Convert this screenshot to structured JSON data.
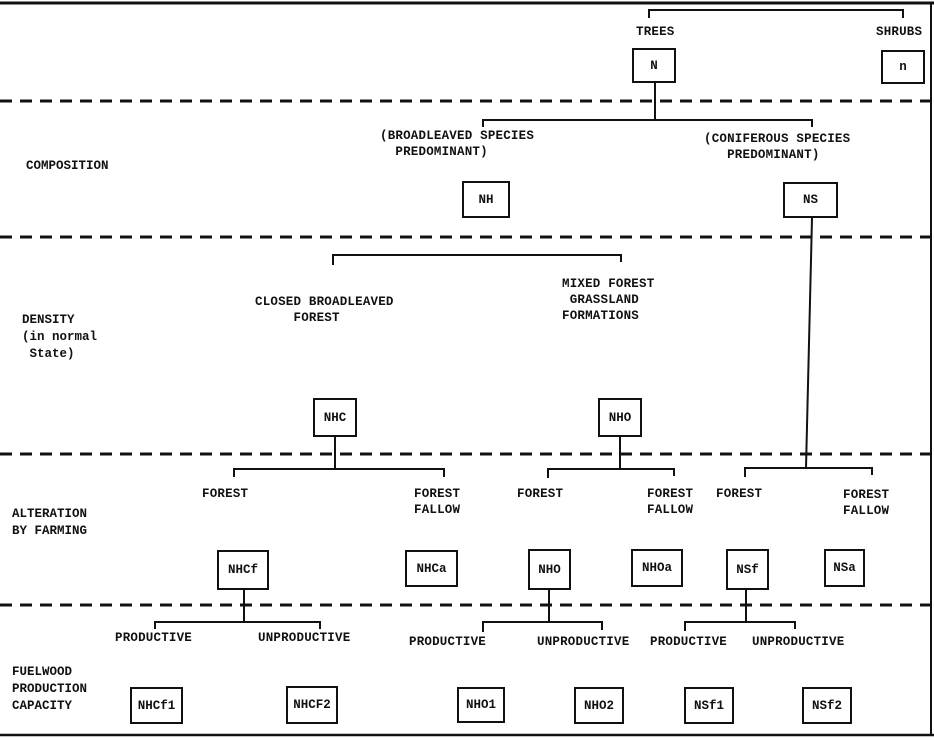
{
  "diagram": {
    "levels": [
      {
        "id": "composition",
        "label": "COMPOSITION"
      },
      {
        "id": "density",
        "label": "DENSITY\n(in normal\n State)"
      },
      {
        "id": "alteration",
        "label": "ALTERATION\nBY FARMING"
      },
      {
        "id": "fuelwood",
        "label": "FUELWOOD\nPRODUCTION\nCAPACITY"
      }
    ],
    "categories": {
      "trees": "TREES",
      "shrubs": "SHRUBS",
      "broadleaved": "(BROADLEAVED SPECIES\n  PREDOMINANT)",
      "coniferous": "(CONIFEROUS SPECIES\n   PREDOMINANT)",
      "closed_broadleaved": "CLOSED BROADLEAVED\n     FOREST",
      "mixed_forest": "MIXED FOREST\n GRASSLAND\nFORMATIONS",
      "forest_1": "FOREST",
      "forest_fallow_1": "FOREST\nFALLOW",
      "forest_2": "FOREST",
      "forest_fallow_2": "FOREST\nFALLOW",
      "forest_3": "FOREST",
      "forest_fallow_3": "FOREST\nFALLOW",
      "productive_1": "PRODUCTIVE",
      "unproductive_1": "UNPRODUCTIVE",
      "productive_2": "PRODUCTIVE",
      "unproductive_2": "UNPRODUCTIVE",
      "productive_3": "PRODUCTIVE",
      "unproductive_3": "UNPRODUCTIVE"
    },
    "nodes": {
      "N": "N",
      "n": "n",
      "NH": "NH",
      "NS": "NS",
      "NHC": "NHC",
      "NHO": "NHO",
      "NHCf": "NHCf",
      "NHCa": "NHCa",
      "NHO_alt": "NHO",
      "NHOa": "NHOa",
      "NSf": "NSf",
      "NSa": "NSa",
      "NHCf1": "NHCf1",
      "NHCF2": "NHCF2",
      "NHO1": "NHO1",
      "NHO2": "NHO2",
      "NSf1": "NSf1",
      "NSf2": "NSf2"
    }
  }
}
